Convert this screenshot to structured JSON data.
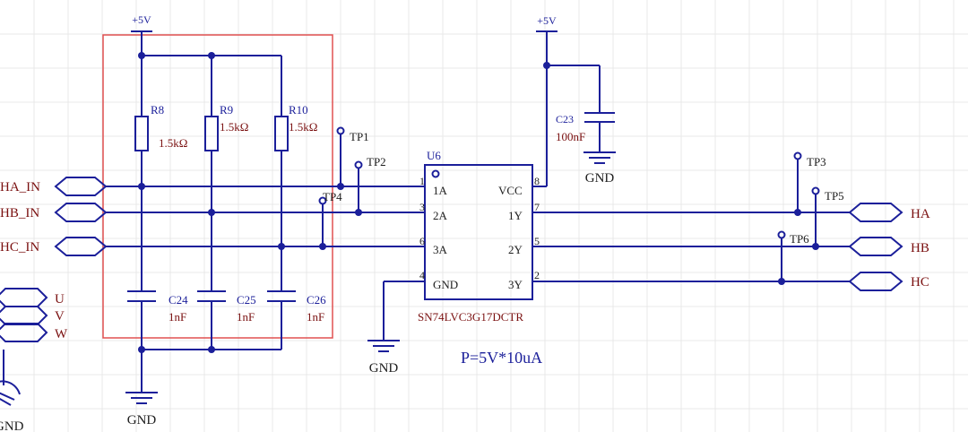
{
  "power": {
    "vcc_label": "+5V",
    "gnd_label": "GND"
  },
  "resistors": [
    {
      "ref": "R8",
      "value": "1.5kΩ"
    },
    {
      "ref": "R9",
      "value": "1.5kΩ"
    },
    {
      "ref": "R10",
      "value": "1.5kΩ"
    }
  ],
  "capacitors": [
    {
      "ref": "C24",
      "value": "1nF"
    },
    {
      "ref": "C25",
      "value": "1nF"
    },
    {
      "ref": "C26",
      "value": "1nF"
    },
    {
      "ref": "C23",
      "value": "100nF"
    }
  ],
  "testpoints": [
    "TP1",
    "TP2",
    "TP3",
    "TP4",
    "TP5",
    "TP6"
  ],
  "ports_in": [
    "HA_IN",
    "HB_IN",
    "HC_IN"
  ],
  "ports_out": [
    "HA",
    "HB",
    "HC"
  ],
  "ports_left": [
    "U",
    "V",
    "W"
  ],
  "ic": {
    "ref": "U6",
    "part": "SN74LVC3G17DCTR",
    "pins": [
      {
        "num": "1",
        "name": "1A"
      },
      {
        "num": "3",
        "name": "2A"
      },
      {
        "num": "6",
        "name": "3A"
      },
      {
        "num": "4",
        "name": "GND"
      },
      {
        "num": "8",
        "name": "VCC"
      },
      {
        "num": "7",
        "name": "1Y"
      },
      {
        "num": "5",
        "name": "2Y"
      },
      {
        "num": "2",
        "name": "3Y"
      }
    ]
  },
  "note": "P=5V*10uA"
}
